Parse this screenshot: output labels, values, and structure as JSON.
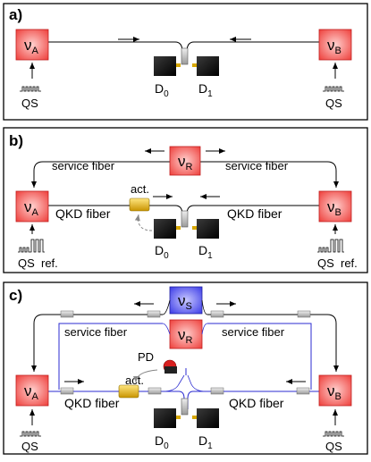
{
  "panels": [
    {
      "label": "a)",
      "source_left": "ν",
      "source_left_sub": "A",
      "source_right": "ν",
      "source_right_sub": "B",
      "qs_left": "QS",
      "qs_right": "QS",
      "det0": "D",
      "det0_sub": "0",
      "det1": "D",
      "det1_sub": "1"
    },
    {
      "label": "b)",
      "source_left": "ν",
      "source_left_sub": "A",
      "source_right": "ν",
      "source_right_sub": "B",
      "relay": "ν",
      "relay_sub": "R",
      "service_left": "service fiber",
      "service_right": "service fiber",
      "qkd_left": "QKD fiber",
      "qkd_right": "QKD fiber",
      "act": "act.",
      "qs_left": "QS",
      "ref_left": "ref.",
      "qs_right": "QS",
      "ref_right": "ref.",
      "det0": "D",
      "det0_sub": "0",
      "det1": "D",
      "det1_sub": "1"
    },
    {
      "label": "c)",
      "source_left": "ν",
      "source_left_sub": "A",
      "source_right": "ν",
      "source_right_sub": "B",
      "relay_s": "ν",
      "relay_s_sub": "S",
      "relay_r": "ν",
      "relay_r_sub": "R",
      "service_left": "service fiber",
      "service_right": "service fiber",
      "qkd_left": "QKD fiber",
      "qkd_right": "QKD fiber",
      "act": "act.",
      "pd": "PD",
      "qs_left": "QS",
      "qs_right": "QS",
      "det0": "D",
      "det0_sub": "0",
      "det1": "D",
      "det1_sub": "1"
    }
  ],
  "colors": {
    "source_fill": "#f5524f",
    "source_fill_light": "#ffb0ae",
    "relay_s_fill": "#5b5cf0",
    "detector": "#111111",
    "actuator": "#e0b000",
    "fiber_blue": "#2b2bd0",
    "connector": "#bdbdbd",
    "pd_red": "#d82020"
  }
}
